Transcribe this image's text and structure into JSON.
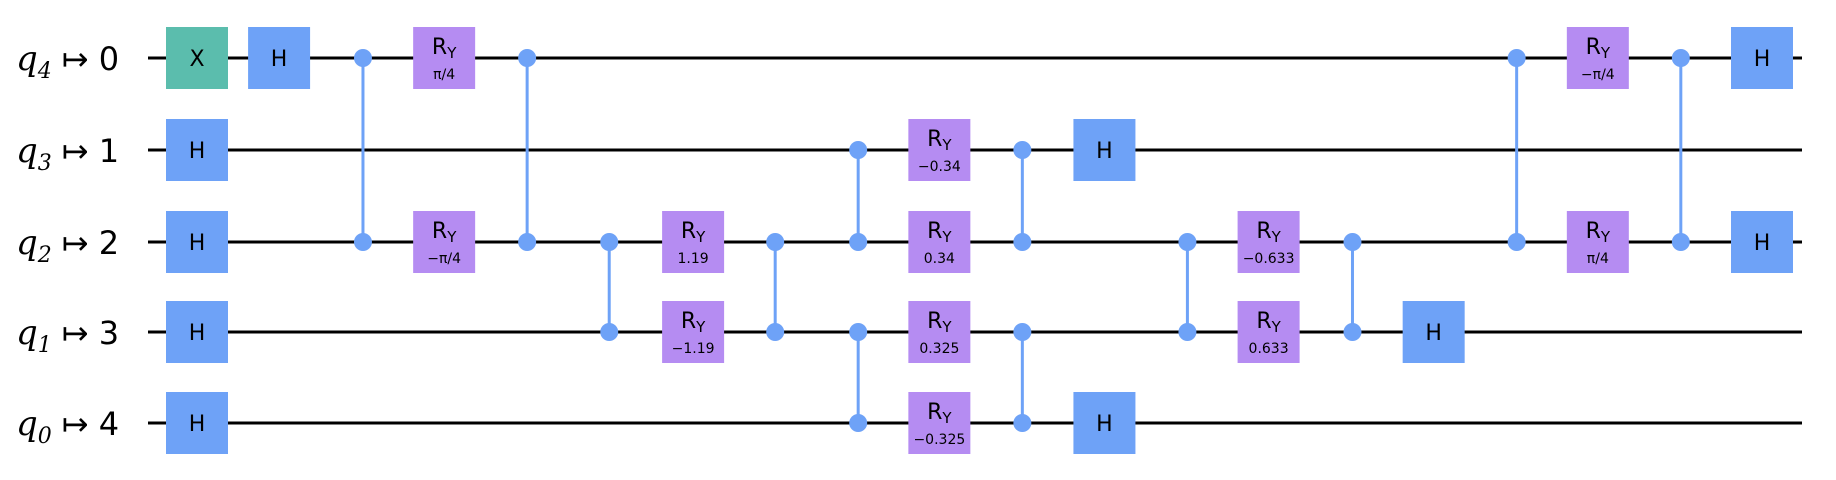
{
  "colors": {
    "wire": "#000000",
    "x_gate": "#5BBDAD",
    "h_gate": "#6EA2F7",
    "ry_gate": "#B58CF2",
    "control": "#6EA2F7"
  },
  "qubits": [
    {
      "index": "4",
      "mapped": "0"
    },
    {
      "index": "3",
      "mapped": "1"
    },
    {
      "index": "2",
      "mapped": "2"
    },
    {
      "index": "1",
      "mapped": "3"
    },
    {
      "index": "0",
      "mapped": "4"
    }
  ],
  "gates": [
    {
      "type": "X",
      "label": "X",
      "wire": 0,
      "col": 0
    },
    {
      "type": "H",
      "label": "H",
      "wire": 1,
      "col": 0
    },
    {
      "type": "H",
      "label": "H",
      "wire": 2,
      "col": 0
    },
    {
      "type": "H",
      "label": "H",
      "wire": 3,
      "col": 0
    },
    {
      "type": "H",
      "label": "H",
      "wire": 4,
      "col": 0
    },
    {
      "type": "H",
      "label": "H",
      "wire": 0,
      "col": 1
    },
    {
      "type": "RY",
      "label": "R",
      "sub": "Y",
      "param": "π/4",
      "wire": 0,
      "col": 3
    },
    {
      "type": "RY",
      "label": "R",
      "sub": "Y",
      "param": "−π/4",
      "wire": 2,
      "col": 3
    },
    {
      "type": "RY",
      "label": "R",
      "sub": "Y",
      "param": "1.19",
      "wire": 2,
      "col": 6
    },
    {
      "type": "RY",
      "label": "R",
      "sub": "Y",
      "param": "−1.19",
      "wire": 3,
      "col": 6
    },
    {
      "type": "RY",
      "label": "R",
      "sub": "Y",
      "param": "−0.34",
      "wire": 1,
      "col": 9
    },
    {
      "type": "RY",
      "label": "R",
      "sub": "Y",
      "param": "0.34",
      "wire": 2,
      "col": 9
    },
    {
      "type": "RY",
      "label": "R",
      "sub": "Y",
      "param": "0.325",
      "wire": 3,
      "col": 9
    },
    {
      "type": "RY",
      "label": "R",
      "sub": "Y",
      "param": "−0.325",
      "wire": 4,
      "col": 9
    },
    {
      "type": "H",
      "label": "H",
      "wire": 1,
      "col": 11
    },
    {
      "type": "H",
      "label": "H",
      "wire": 4,
      "col": 11
    },
    {
      "type": "RY",
      "label": "R",
      "sub": "Y",
      "param": "−0.633",
      "wire": 2,
      "col": 13
    },
    {
      "type": "RY",
      "label": "R",
      "sub": "Y",
      "param": "0.633",
      "wire": 3,
      "col": 13
    },
    {
      "type": "H",
      "label": "H",
      "wire": 3,
      "col": 15
    },
    {
      "type": "RY",
      "label": "R",
      "sub": "Y",
      "param": "−π/4",
      "wire": 0,
      "col": 17
    },
    {
      "type": "RY",
      "label": "R",
      "sub": "Y",
      "param": "π/4",
      "wire": 2,
      "col": 17
    },
    {
      "type": "H",
      "label": "H",
      "wire": 0,
      "col": 19
    },
    {
      "type": "H",
      "label": "H",
      "wire": 2,
      "col": 19
    }
  ],
  "controls": [
    {
      "col": 2,
      "wires": [
        0,
        2
      ]
    },
    {
      "col": 4,
      "wires": [
        0,
        2
      ]
    },
    {
      "col": 5,
      "wires": [
        2,
        3
      ]
    },
    {
      "col": 7,
      "wires": [
        2,
        3
      ]
    },
    {
      "col": 8,
      "wires": [
        1,
        2
      ]
    },
    {
      "col": 8,
      "wires": [
        3,
        4
      ]
    },
    {
      "col": 10,
      "wires": [
        1,
        2
      ]
    },
    {
      "col": 10,
      "wires": [
        3,
        4
      ]
    },
    {
      "col": 12,
      "wires": [
        2,
        3
      ]
    },
    {
      "col": 14,
      "wires": [
        2,
        3
      ]
    },
    {
      "col": 16,
      "wires": [
        0,
        2
      ]
    },
    {
      "col": 18,
      "wires": [
        0,
        2
      ]
    }
  ]
}
